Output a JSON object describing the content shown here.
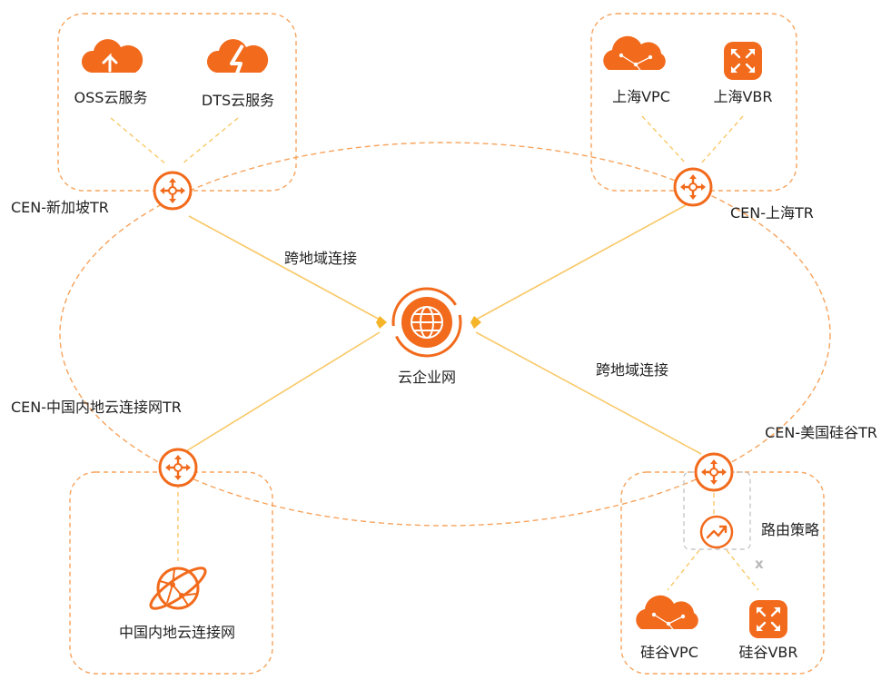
{
  "colors": {
    "accent": "#F26A1B",
    "accent_light": "#F7A35C",
    "line": "#F9C866",
    "route_box": "#C8C8C8"
  },
  "center": {
    "label": "云企业网",
    "icon": "globe-icon"
  },
  "routers": {
    "singapore": "CEN-新加坡TR",
    "shanghai": "CEN-上海TR",
    "china_ccn": "CEN-中国内地云连接网TR",
    "silicon_valley": "CEN-美国硅谷TR"
  },
  "links": {
    "top": "跨地域连接",
    "bottom": "跨地域连接"
  },
  "groups": {
    "singapore": [
      {
        "label": "OSS云服务",
        "icon": "oss-cloud-icon"
      },
      {
        "label": "DTS云服务",
        "icon": "dts-cloud-icon"
      }
    ],
    "shanghai": [
      {
        "label": "上海VPC",
        "icon": "vpc-cloud-icon"
      },
      {
        "label": "上海VBR",
        "icon": "vbr-icon"
      }
    ],
    "china_ccn": [
      {
        "label": "中国内地云连接网",
        "icon": "ccn-planet-icon"
      }
    ],
    "silicon_valley": [
      {
        "label": "硅谷VPC",
        "icon": "vpc-cloud-icon"
      },
      {
        "label": "硅谷VBR",
        "icon": "vbr-icon"
      }
    ]
  },
  "route_policy": {
    "label": "路由策略",
    "icon": "route-policy-icon",
    "blocked_mark": "x"
  }
}
